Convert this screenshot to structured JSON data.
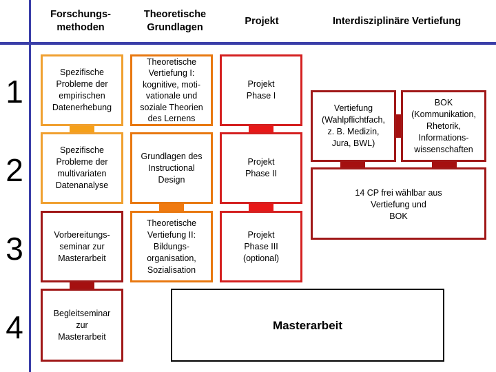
{
  "headers": {
    "col1": "Forschungs-\nmethoden",
    "col2": "Theoretische\nGrundlagen",
    "col3": "Projekt",
    "col4": "Interdisziplinäre Vertiefung"
  },
  "rows": [
    "1",
    "2",
    "3",
    "4"
  ],
  "boxes": {
    "r1c1": "Spezifische\nProbleme der\nempirischen\nDatenerhebung",
    "r2c1": "Spezifische\nProbleme der\nmultivariaten\nDatenanalyse",
    "r3c1": "Vorbereitungs-\nseminar zur\nMasterarbeit",
    "r4c1": "Begleitseminar\nzur\nMasterarbeit",
    "r1c2": "Theoretische\nVertiefung I:\nkognitive, moti-\nvationale und\nsoziale Theorien\ndes Lernens",
    "r2c2": "Grundlagen des\nInstructional\nDesign",
    "r3c2": "Theoretische\nVertiefung II:\nBildungs-\norganisation,\nSozialisation",
    "r1c3": "Projekt\nPhase I",
    "r2c3": "Projekt\nPhase II",
    "r3c3": "Projekt\nPhase III\n(optional)",
    "vertiefung": "Vertiefung\n(Wahlpflichtfach,\nz. B. Medizin,\nJura, BWL)",
    "bok": "BOK\n(Kommunikation,\nRhetorik,\nInformations-\nwissenschaften",
    "frei": "14 CP frei wählbar aus\nVertiefung und\nBOK",
    "masterarbeit": "Masterarbeit"
  },
  "colors": {
    "divider": "#3a3ea8",
    "orange": "#f0a030",
    "dark_orange": "#e87810",
    "red": "#d42020",
    "dark_red": "#a01818"
  }
}
